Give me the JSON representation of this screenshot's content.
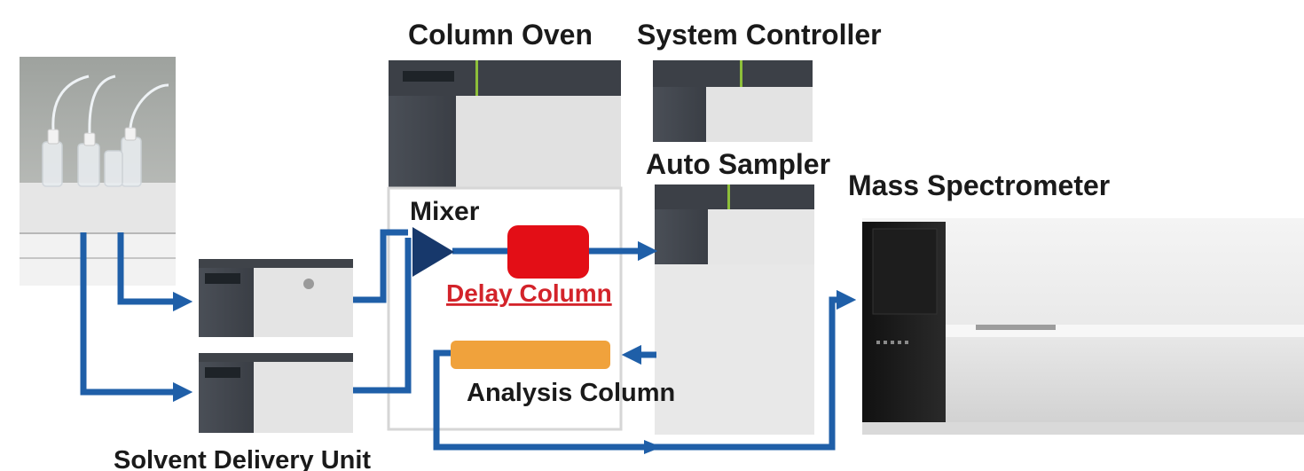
{
  "labels": {
    "column_oven": "Column Oven",
    "system_controller": "System Controller",
    "auto_sampler": "Auto Sampler",
    "mass_spectrometer": "Mass Spectrometer",
    "mixer": "Mixer",
    "delay_column": "Delay Column",
    "analysis_column": "Analysis Column",
    "solvent_delivery_unit": "Solvent Delivery Unit"
  },
  "colors": {
    "flow_line": "#1f5fa8",
    "mixer": "#17386b",
    "delay_column": "#e30e16",
    "delay_label": "#d3232a",
    "analysis_column": "#f0a23c",
    "text": "#1a1a1a"
  }
}
